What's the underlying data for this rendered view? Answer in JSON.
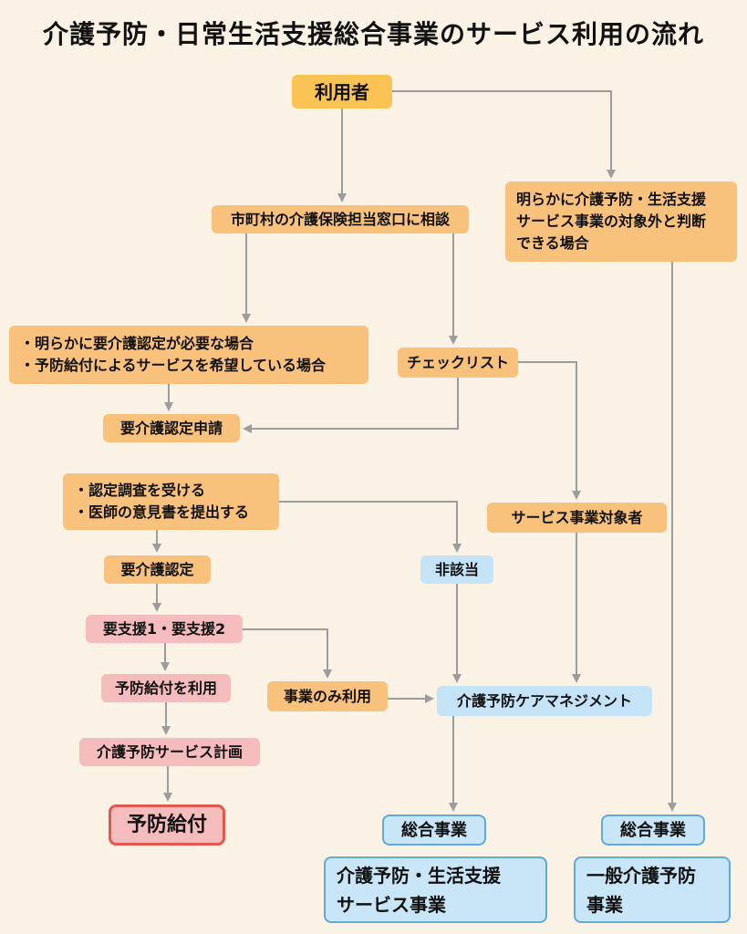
{
  "title": "介護予防・日常生活支援総合事業のサービス利用の流れ",
  "colors": {
    "background": "#fbf2e6",
    "node_gold": "#fbc353",
    "node_orange": "#f8c27c",
    "node_pink": "#f5bcbd",
    "node_blue": "#c5e3f7",
    "blue_border": "#5fa9dd",
    "red_border": "#e4574f",
    "arrow": "#9c9c9c",
    "text": "#111111"
  },
  "nodes": {
    "user": "利用者",
    "consult": "市町村の介護保険担当窓口に相談",
    "clearly_outside": "明らかに介護予防・生活支援\nサービス事業の対象外と判断\nできる場合",
    "needs_certification": "・明らかに要介護認定が必要な場合\n・予防給付によるサービスを希望している場合",
    "checklist": "チェックリスト",
    "certification_application": "要介護認定申請",
    "survey": "・認定調査を受ける\n・医師の意見書を提出する",
    "service_target": "サービス事業対象者",
    "certification": "要介護認定",
    "not_applicable": "非該当",
    "support_level": "要支援1・要支援2",
    "use_preventive_benefit": "予防給付を利用",
    "business_only": "事業のみ利用",
    "care_management": "介護予防ケアマネジメント",
    "service_plan": "介護予防サービス計画",
    "preventive_benefit": "予防給付",
    "comprehensive_left": "総合事業",
    "comprehensive_right": "総合事業",
    "life_support_service": "介護予防・生活支援\nサービス事業",
    "general_prevention": "一般介護予防\n事業"
  }
}
